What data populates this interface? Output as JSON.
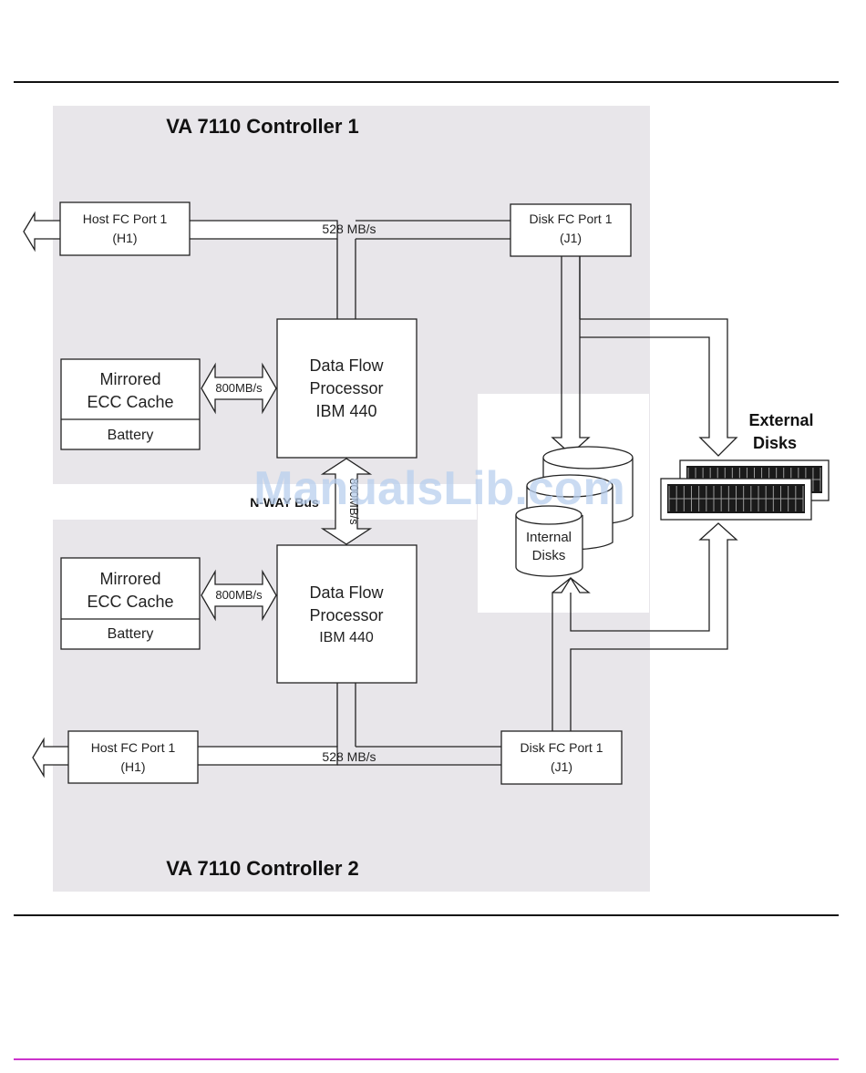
{
  "watermark": "ManualsLib.com",
  "controller1": {
    "title": "VA 7110 Controller 1",
    "host_port": {
      "line1": "Host FC  Port 1",
      "line2": "(H1)"
    },
    "disk_port": {
      "line1": "Disk FC Port 1",
      "line2": "(J1)"
    },
    "link_speed": "528 MB/s",
    "cache": {
      "line1": "Mirrored",
      "line2": "ECC Cache",
      "battery": "Battery"
    },
    "cache_link": "800MB/s",
    "processor": {
      "line1": "Data Flow",
      "line2": "Processor",
      "line3": "IBM 440"
    }
  },
  "nway_bus": {
    "label": "N-WAY Bus",
    "speed": "800MB/s"
  },
  "controller2": {
    "title": "VA 7110 Controller 2",
    "host_port": {
      "line1": "Host FC  Port 1",
      "line2": "(H1)"
    },
    "disk_port": {
      "line1": "Disk FC Port 1",
      "line2": "(J1)"
    },
    "link_speed": "528 MB/s",
    "cache": {
      "line1": "Mirrored",
      "line2": "ECC Cache",
      "battery": "Battery"
    },
    "cache_link": "800MB/s",
    "processor": {
      "line1": "Data Flow",
      "line2": "Processor",
      "line3": "IBM 440"
    }
  },
  "internal_disks": {
    "line1": "Internal",
    "line2": "Disks"
  },
  "external_disks": {
    "line1": "External",
    "line2": "Disks"
  },
  "colors": {
    "panel": "#e8e6ea",
    "rule": "#111111",
    "footer_rule": "#cc33cc",
    "watermark": "#b8cfee"
  }
}
